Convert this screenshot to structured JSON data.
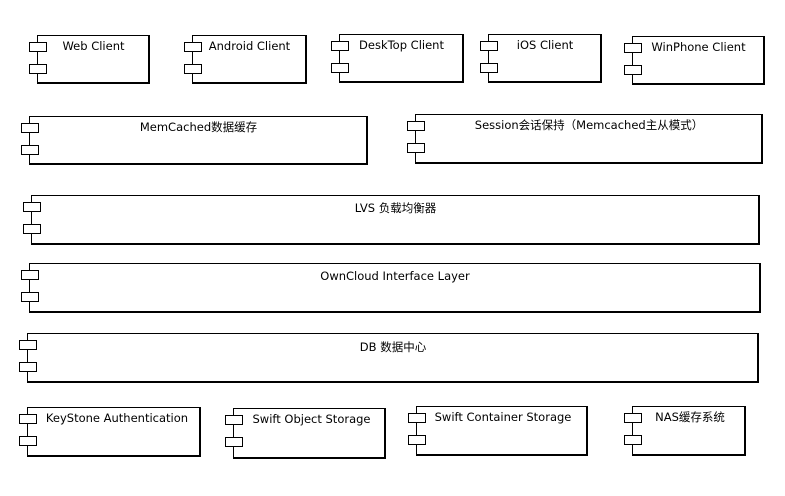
{
  "diagram": {
    "clients": [
      {
        "name": "Web Client"
      },
      {
        "name": "Android Client"
      },
      {
        "name": "DeskTop Client"
      },
      {
        "name": "iOS Client"
      },
      {
        "name": "WinPhone Client"
      }
    ],
    "cache_layer": [
      {
        "name": "MemCached数据缓存"
      },
      {
        "name": "Session会话保持（Memcached主从模式）"
      }
    ],
    "load_balancer": {
      "name": "LVS 负载均衡器"
    },
    "interface_layer": {
      "name": "OwnCloud Interface Layer"
    },
    "db_center": {
      "name": "DB 数据中心"
    },
    "storage_layer": [
      {
        "name": "KeyStone Authentication"
      },
      {
        "name": "Swift Object Storage"
      },
      {
        "name": "Swift Container Storage"
      },
      {
        "name": "NAS缓存系统"
      }
    ]
  }
}
